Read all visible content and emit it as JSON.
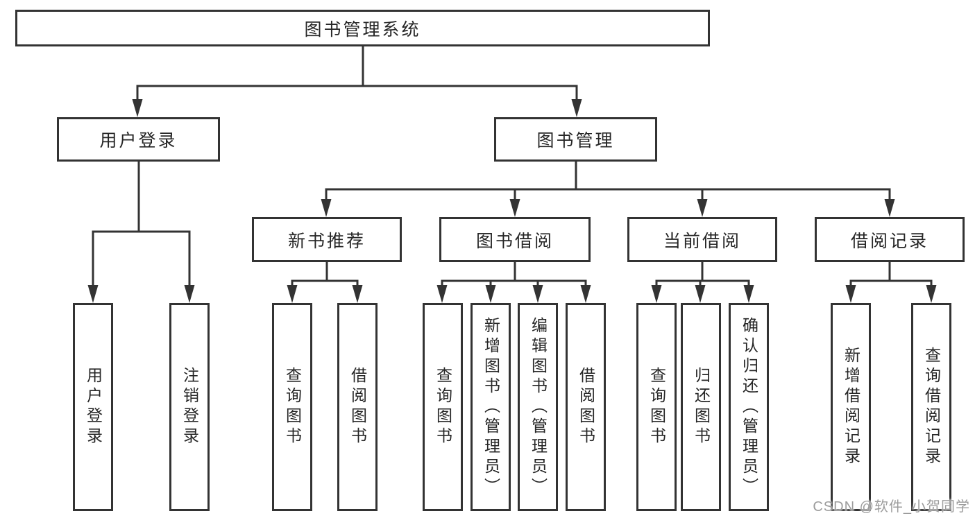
{
  "diagram": {
    "root": {
      "label": "图书管理系统"
    },
    "branches": [
      {
        "label": "用户登录",
        "children": [
          {
            "label": "用户登录"
          },
          {
            "label": "注销登录"
          }
        ]
      },
      {
        "label": "图书管理",
        "children": [
          {
            "label": "新书推荐",
            "children": [
              {
                "label": "查询图书"
              },
              {
                "label": "借阅图书"
              }
            ]
          },
          {
            "label": "图书借阅",
            "children": [
              {
                "label": "查询图书"
              },
              {
                "label": "新增图书（管理员）"
              },
              {
                "label": "编辑图书（管理员）"
              },
              {
                "label": "借阅图书"
              }
            ]
          },
          {
            "label": "当前借阅",
            "children": [
              {
                "label": "查询图书"
              },
              {
                "label": "归还图书"
              },
              {
                "label": "确认归还（管理员）"
              }
            ]
          },
          {
            "label": "借阅记录",
            "children": [
              {
                "label": "新增借阅记录"
              },
              {
                "label": "查询借阅记录"
              }
            ]
          }
        ]
      }
    ]
  },
  "watermark": "CSDN @软件_小贺同学",
  "colors": {
    "line": "#333333",
    "text": "#262626",
    "background": "#ffffff",
    "watermark": "#9c9c9c"
  }
}
